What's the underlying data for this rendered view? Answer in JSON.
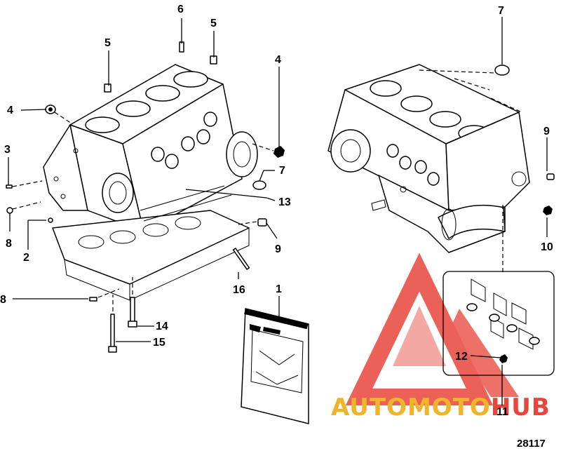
{
  "diagram": {
    "callouts": {
      "c1": "1",
      "c2": "2",
      "c3": "3",
      "c4a": "4",
      "c4b": "4",
      "c5a": "5",
      "c5b": "5",
      "c6": "6",
      "c7a": "7",
      "c7b": "7",
      "c8a": "8",
      "c8b": "8",
      "c9a": "9",
      "c9b": "9",
      "c10": "10",
      "c11": "11",
      "c12": "12",
      "c13": "13",
      "c14": "14",
      "c15": "15",
      "c16": "16"
    },
    "document_number": "28117"
  },
  "watermark": {
    "brand": "AUTOMOTOHUB",
    "colors": {
      "triangle": "#e8463c",
      "auto_moto": "#f0b42a",
      "hub": "#e8463c"
    }
  }
}
